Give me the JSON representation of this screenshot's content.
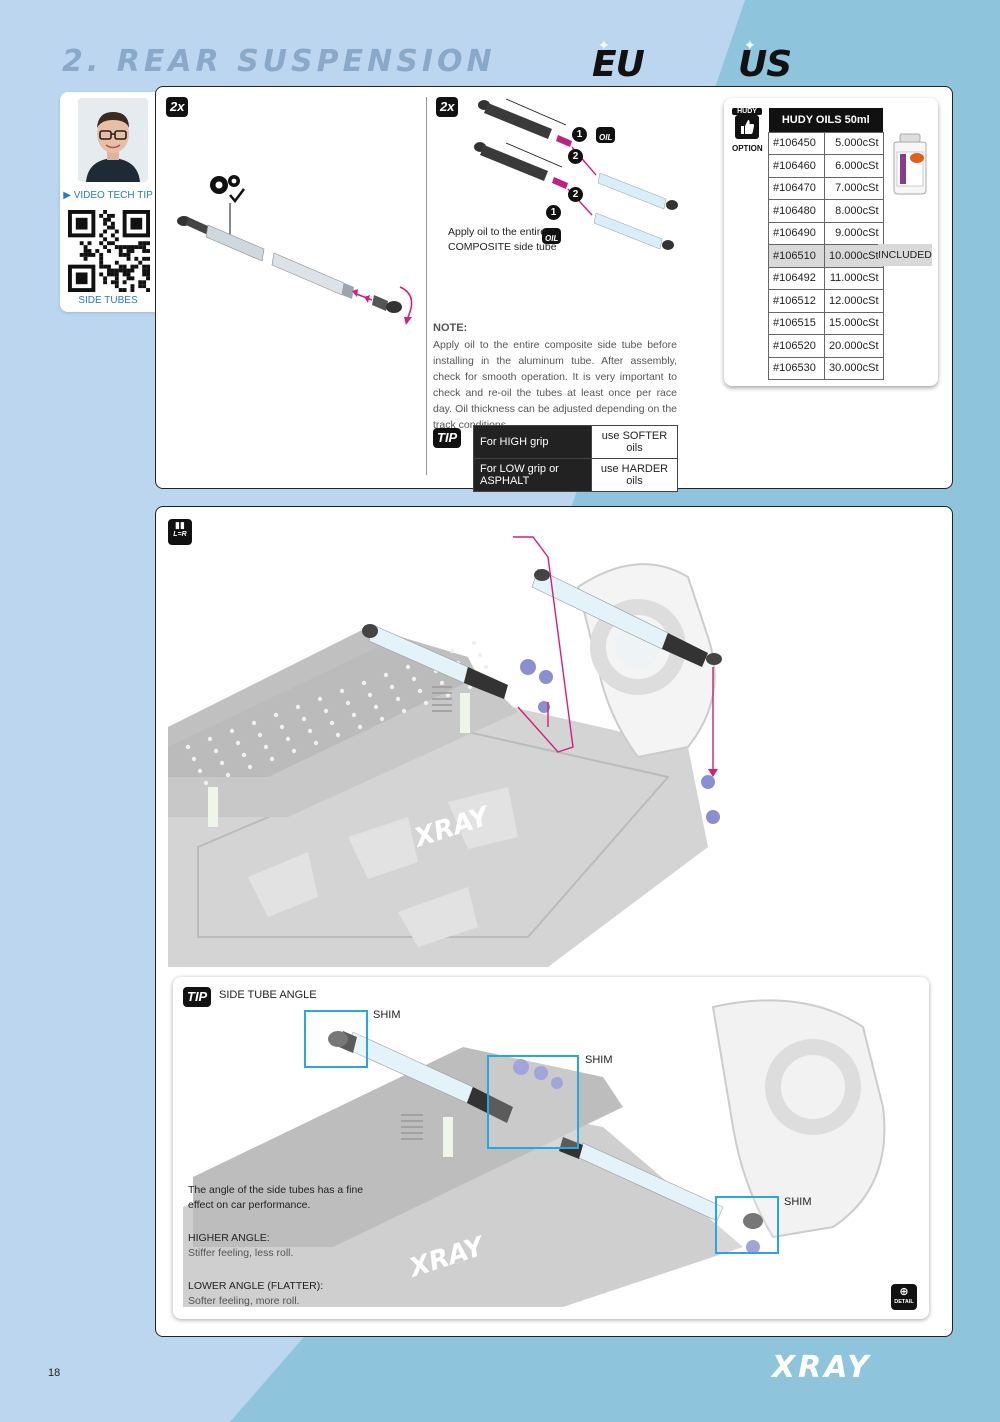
{
  "header": {
    "title": "2. REAR SUSPENSION",
    "region_eu": "EU",
    "region_us": "US"
  },
  "tech_tip": {
    "video_label": "VIDEO TECH TIP",
    "topic": "SIDE TUBES"
  },
  "step1": {
    "quantity": "2x"
  },
  "step2": {
    "quantity": "2x",
    "callout_1": "1",
    "callout_2": "2",
    "oil_icon": "OIL",
    "apply_line1": "Apply oil to the entire",
    "apply_line2": "COMPOSITE side tube"
  },
  "note": {
    "title": "NOTE:",
    "body": "Apply oil to the entire composite side tube before installing in the aluminum tube. After assembly, check for smooth operation. It is very important to check and re-oil the tubes at least once per race day. Oil thickness can be adjusted depending on the track conditions."
  },
  "grip_tip": {
    "badge": "TIP",
    "rows": [
      {
        "condition": "For HIGH grip",
        "advice": "use SOFTER oils"
      },
      {
        "condition": "For LOW grip or ASPHALT",
        "advice": "use HARDER oils"
      }
    ]
  },
  "oil_table": {
    "brand": "HUDY",
    "option_label": "OPTION",
    "title": "HUDY OILS 50ml",
    "included_label": "INCLUDED",
    "rows": [
      {
        "code": "#106450",
        "viscosity": "5.000cSt"
      },
      {
        "code": "#106460",
        "viscosity": "6.000cSt"
      },
      {
        "code": "#106470",
        "viscosity": "7.000cSt"
      },
      {
        "code": "#106480",
        "viscosity": "8.000cSt"
      },
      {
        "code": "#106490",
        "viscosity": "9.000cSt"
      },
      {
        "code": "#106510",
        "viscosity": "10.000cSt"
      },
      {
        "code": "#106492",
        "viscosity": "11.000cSt"
      },
      {
        "code": "#106512",
        "viscosity": "12.000cSt"
      },
      {
        "code": "#106515",
        "viscosity": "15.000cSt"
      },
      {
        "code": "#106520",
        "viscosity": "20.000cSt"
      },
      {
        "code": "#106530",
        "viscosity": "30.000cSt"
      }
    ],
    "included_row_index": 5
  },
  "assembly": {
    "symmetry_badge": "L=R",
    "chassis_brand": "XRAY"
  },
  "side_tube_tip": {
    "badge": "TIP",
    "title": "SIDE TUBE ANGLE",
    "shim_labels": [
      "SHIM",
      "SHIM",
      "SHIM"
    ],
    "intro_line1": "The angle of the side tubes has a fine",
    "intro_line2": "effect on car performance.",
    "higher_title": "HIGHER ANGLE:",
    "higher_desc": "Stiffer feeling, less roll.",
    "lower_title": "LOWER ANGLE (FLATTER):",
    "lower_desc": "Softer feeling, more roll.",
    "detail_label": "DETAIL"
  },
  "footer": {
    "page_number": "18",
    "brand": "XRAY"
  },
  "colors": {
    "accent_blue": "#2aa7d8",
    "magenta": "#d0207a",
    "background_left": "#bcd6f0",
    "background_right": "#8fc4dd"
  }
}
